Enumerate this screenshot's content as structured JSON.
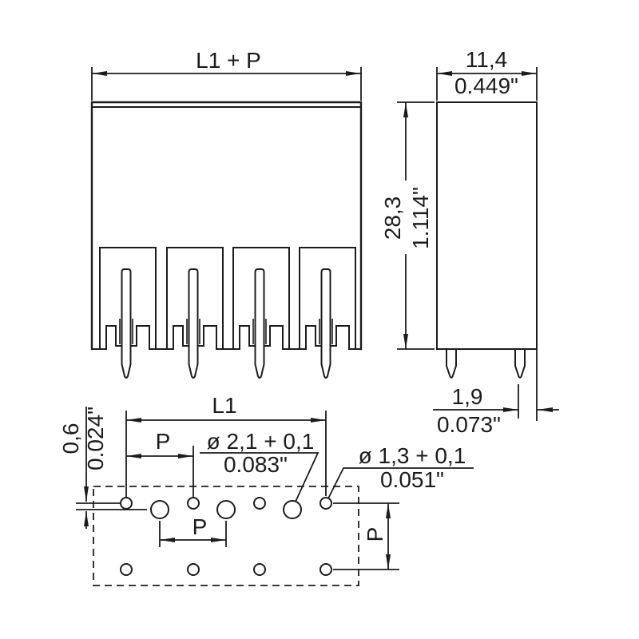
{
  "drawing": {
    "front_view": {
      "overall_width_label": "L1 + P"
    },
    "side_view": {
      "width_mm": "11,4",
      "width_inch": "0.449\"",
      "height_mm": "28,3",
      "height_inch": "1.114\"",
      "pin_width_mm": "1,9",
      "pin_width_inch": "0.073\""
    },
    "footprint": {
      "length_label": "L1",
      "pitch_label_top": "P",
      "pitch_label_mid": "P",
      "pitch_label_vertical": "P",
      "row_offset_mm": "0,6",
      "row_offset_inch": "0.024\"",
      "hole_large_diameter_mm": "ø 2,1 + 0,1",
      "hole_large_diameter_inch": "0.083\"",
      "hole_small_diameter_mm": "ø 1,3 + 0,1",
      "hole_small_diameter_inch": "0.051\""
    },
    "colors": {
      "line": "#1c1c1c",
      "background": "#ffffff"
    }
  }
}
